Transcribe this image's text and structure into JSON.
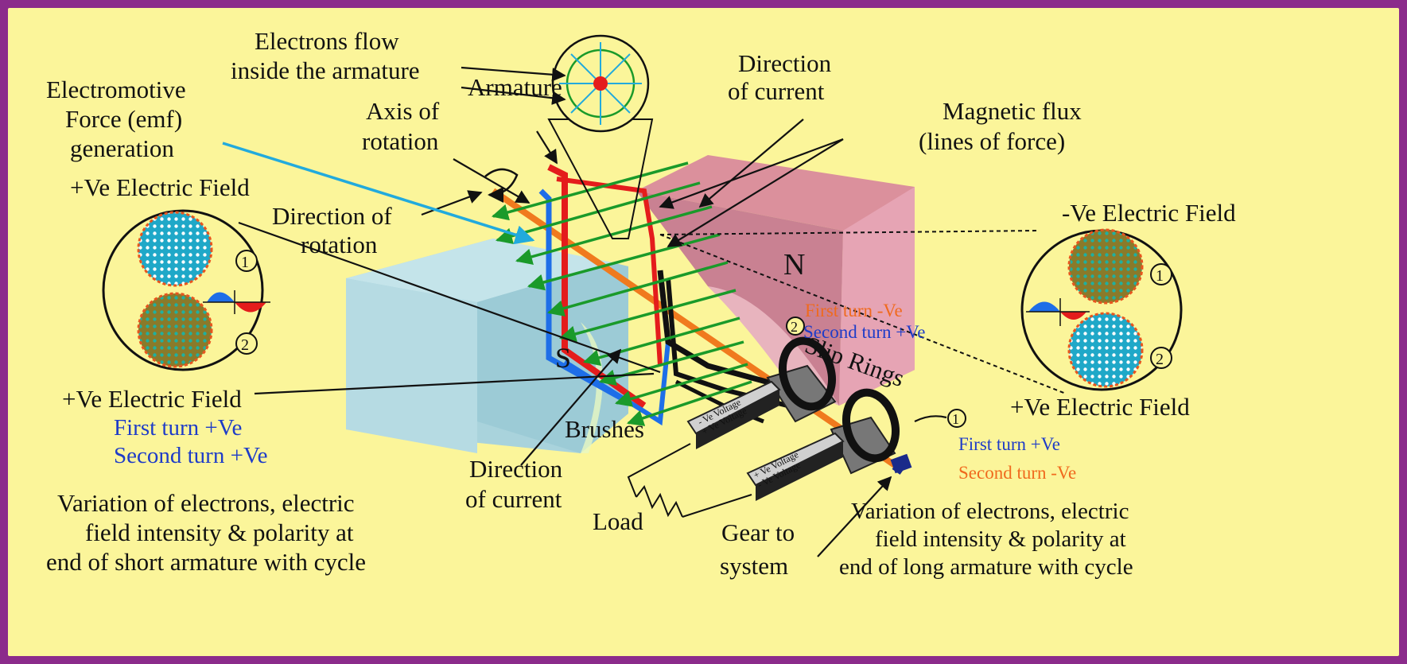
{
  "labels": {
    "electrons_flow_1": "Electrons flow",
    "electrons_flow_2": "inside the armature",
    "emf_1": "Electromotive",
    "emf_2": "Force (emf)",
    "emf_3": "generation",
    "axis_1": "Axis of",
    "axis_2": "rotation",
    "armature": "Armature",
    "dir_current_top_1": "Direction",
    "dir_current_top_2": "of current",
    "magnetic_flux_1": "Magnetic flux",
    "magnetic_flux_2": "(lines of force)",
    "pos_field_top_left": "+Ve Electric Field",
    "dir_rotation_1": "Direction of",
    "dir_rotation_2": "rotation",
    "neg_field_right": "-Ve Electric Field",
    "pole_n": "N",
    "pole_s": "S",
    "first_turn_neg": "First turn -Ve",
    "second_turn_pos": "Second turn +Ve",
    "slip_rings": "Slip Rings",
    "pos_field_bottom_left": "+Ve Electric Field",
    "left_first_turn": "First turn +Ve",
    "left_second_turn": "Second turn +Ve",
    "brushes": "Brushes",
    "dir_current_bottom_1": "Direction",
    "dir_current_bottom_2": "of current",
    "load": "Load",
    "gear_1": "Gear to",
    "gear_2": "system",
    "pos_field_right": "+Ve Electric Field",
    "right_first_turn": "First turn +Ve",
    "right_second_turn": "Second turn -Ve",
    "short_caption_1": "Variation of electrons, electric",
    "short_caption_2": "field intensity & polarity at",
    "short_caption_3": "end of short armature with cycle",
    "long_caption_1": "Variation of electrons, electric",
    "long_caption_2": "field intensity & polarity at",
    "long_caption_3": "end of long armature with cycle",
    "circle_1": "1",
    "circle_2": "2",
    "brush_voltage_pos": "+ Ve Voltage",
    "brush_voltage_neg": "- Ve Voltage"
  },
  "colors": {
    "background": "#fbf59a",
    "border": "#8b2b8b",
    "north_pole": "#d98a9c",
    "south_pole": "#a9d3dc",
    "flux_lines": "#1a9a2a",
    "shaft": "#f07a1e",
    "armature_red": "#e41c1c",
    "armature_blue": "#1e6ee8",
    "emf_arrow": "#22aadd"
  },
  "icons": [
    "rotation-arrow-icon",
    "electron-field-icon",
    "resistor-icon",
    "gear-icon"
  ]
}
